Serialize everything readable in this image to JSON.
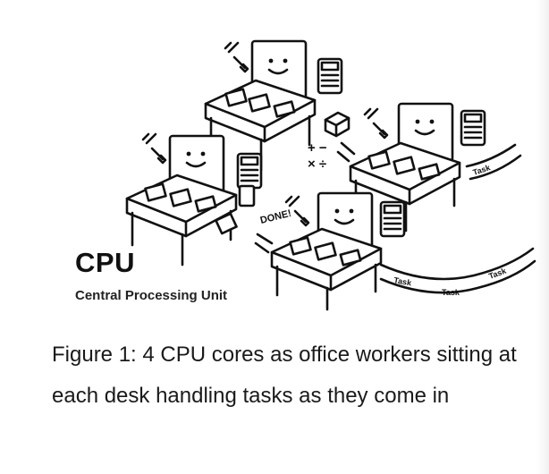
{
  "figure": {
    "caption": "Figure 1: 4 CPU cores as office workers sitting at each desk handling tasks as they come in",
    "illustration": {
      "title": "CPU",
      "subtitle": "Central Processing Unit",
      "done_label": "DONE!",
      "task_label": "Task",
      "operators_top": "+ −",
      "operators_bottom": "× ÷"
    }
  }
}
